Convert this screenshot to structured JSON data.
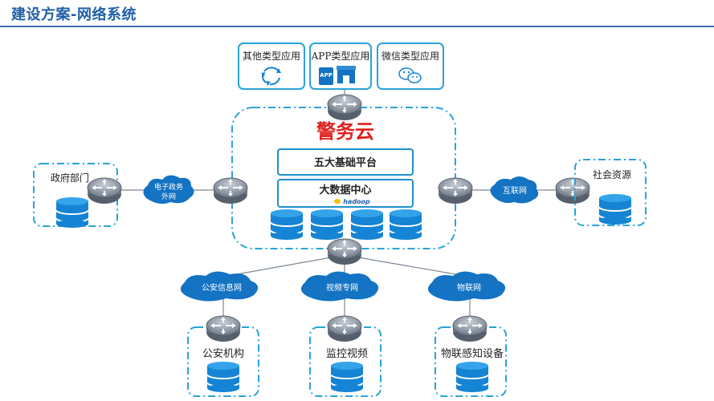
{
  "header": {
    "title": "建设方案-网络系统"
  },
  "apps": [
    {
      "label": "其他类型应用",
      "icon": "refresh-cycle-icon"
    },
    {
      "label": "APP类型应用",
      "icon": "app-store-icon",
      "badge": "APP"
    },
    {
      "label": "微信类型应用",
      "icon": "wechat-icon"
    }
  ],
  "cloud_core": {
    "title": "警务云",
    "platform": "五大基础平台",
    "datacenter": "大数据中心",
    "logo_text": "hadoop"
  },
  "left_site": {
    "label": "政府部门"
  },
  "left_network": {
    "label_line1": "电子政务",
    "label_line2": "外网"
  },
  "right_site": {
    "label": "社会资源"
  },
  "right_network": {
    "label": "互联网"
  },
  "bottom_networks": [
    {
      "cloud_label": "公安信息网",
      "site_label": "公安机构"
    },
    {
      "cloud_label": "视频专网",
      "site_label": "监控视频"
    },
    {
      "cloud_label": "物联网",
      "site_label": "物联感知设备"
    }
  ],
  "colors": {
    "accent": "#1f5fa8",
    "dashed_border": "#29a3d8",
    "cloud_fill": "#1473c2",
    "db_fill": "#1584d4",
    "title_red": "#e0201e"
  }
}
